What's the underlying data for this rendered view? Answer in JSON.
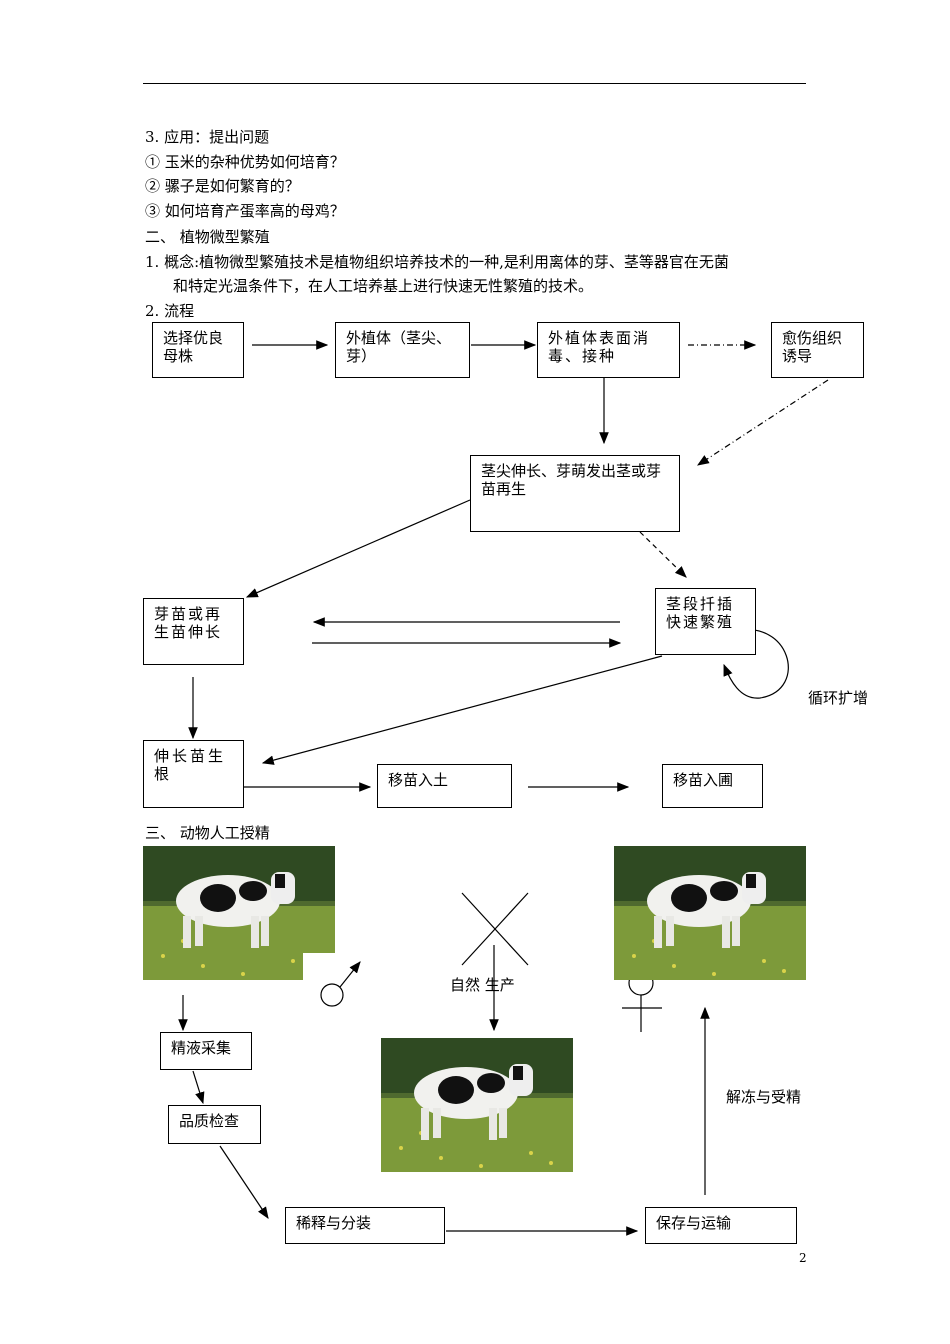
{
  "section3_app": {
    "title": "3.  应用：提出问题",
    "q1": "①  玉米的杂种优势如何培育？",
    "q2": "②  骡子是如何繁育的？",
    "q3": "③  如何培育产蛋率高的母鸡？"
  },
  "part2": {
    "heading": "二、        植物微型繁殖",
    "concept_line1": "1.  概念:植物微型繁殖技术是植物组织培养技术的一种,是利用离体的芽、茎等器官在无菌",
    "concept_line2": "和特定光温条件下，在人工培养基上进行快速无性繁殖的技术。",
    "flow_title": "2.  流程",
    "boxes": [
      "选择优良母株",
      "外植体（茎尖、芽）",
      "外植体表面消毒、接种",
      "愈伤组织诱导",
      "茎尖伸长、芽萌发出茎或芽苗再生",
      "芽苗或再生苗伸长",
      "茎段扦插快速繁殖",
      "伸长苗生根",
      "移苗入土",
      "移苗入圃"
    ],
    "loop_label": "循环扩增"
  },
  "part3": {
    "heading": "三、        动物人工授精",
    "cross_label": "自然   生产",
    "boxes": [
      "精液采集",
      "品质检查",
      "稀释与分装",
      "保存与运输"
    ],
    "thaw_label": "解冻与受精"
  },
  "page_number": "2"
}
